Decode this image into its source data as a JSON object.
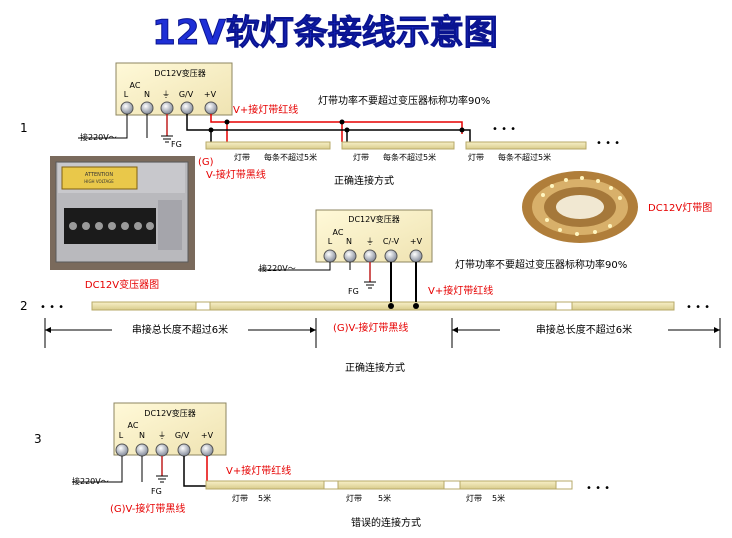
{
  "title": "12V软灯条接线示意图",
  "psu": {
    "label": "DC12V变压器",
    "ac": "AC",
    "t_l": "L",
    "t_n": "N",
    "t_gnd": "⏚",
    "t_g": "G/V",
    "t_g2": "C/-V",
    "t_v": "+V",
    "mains": "接220V～",
    "fg": "FG"
  },
  "s1": {
    "num": "1",
    "red_lbl": "V+接灯带红线",
    "black_g": "(G)",
    "black_lbl": "V-接灯带黑线",
    "note": "灯带功率不要超过变压器标称功率90%",
    "strip1": "灯带",
    "strip_note": "每条不超过5米",
    "strip2": "灯带",
    "strip3": "灯带",
    "caption": "正确连接方式",
    "dots": "• • •"
  },
  "photo1": {
    "label": "DC12V变压器图"
  },
  "photo2": {
    "label": "DC12V灯带图"
  },
  "s2": {
    "num": "2",
    "note": "灯带功率不要超过变压器标称功率90%",
    "red_lbl": "V+接灯带红线",
    "black_lbl": "(G)V-接灯带黑线",
    "len_left": "串接总长度不超过6米",
    "len_right": "串接总长度不超过6米",
    "caption": "正确连接方式",
    "dots": "• • •"
  },
  "s3": {
    "num": "3",
    "red_lbl": "V+接灯带红线",
    "black_lbl": "(G)V-接灯带黑线",
    "strip": "灯带",
    "len": "5米",
    "caption": "错误的连接方式",
    "dots": "• • •"
  },
  "colors": {
    "title": "#1e2fd6",
    "red": "#e60000",
    "wire": "#000000",
    "strip": "#efe7b0"
  }
}
